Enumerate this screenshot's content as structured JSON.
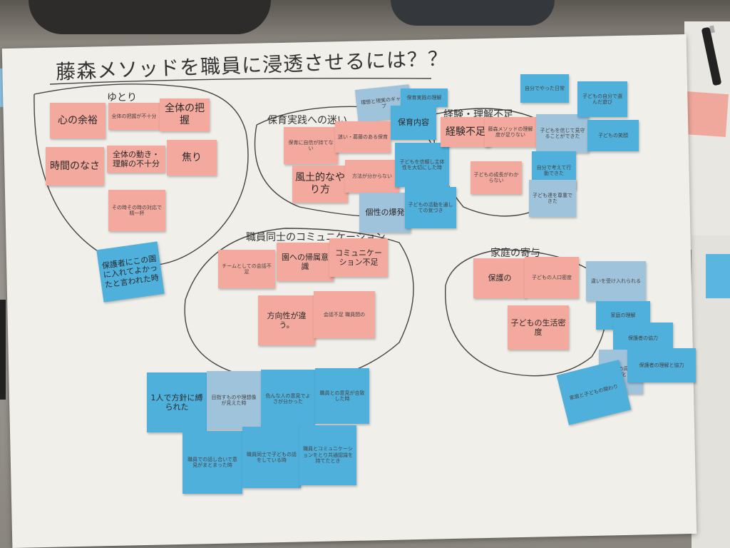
{
  "title": "藤森メソッドを職員に浸透させるには？？",
  "groups": {
    "yutori": "ゆとり",
    "hoiku": "保育実践への迷い",
    "keiken": "経験・理解不足",
    "shokuin": "職員同士のコミュニケーション",
    "katei": "家庭の寄与"
  },
  "notes": [
    {
      "text": "心の余裕",
      "color": "pink",
      "size": "big"
    },
    {
      "text": "全体の把握が不十分",
      "color": "pink",
      "size": "sm"
    },
    {
      "text": "全体の把握",
      "color": "pink",
      "size": "big"
    },
    {
      "text": "時間のなさ",
      "color": "pink",
      "size": "big"
    },
    {
      "text": "全体の動き・理解の不十分",
      "color": "pink",
      "size": "mid"
    },
    {
      "text": "焦り",
      "color": "pink",
      "size": "big"
    },
    {
      "text": "その時その時の対応で精一杯",
      "color": "pink",
      "size": "sm"
    },
    {
      "text": "保護者にこの園に入れてよかったと言われた時",
      "color": "blue",
      "size": "mid"
    },
    {
      "text": "理想と現実のギャップ",
      "color": "lblue",
      "size": "sm"
    },
    {
      "text": "保育実践の理解",
      "color": "blue",
      "size": "sm"
    },
    {
      "text": "保育に自信が持てない",
      "color": "pink",
      "size": "sm"
    },
    {
      "text": "迷い・葛藤のある保育",
      "color": "pink",
      "size": "sm"
    },
    {
      "text": "保育内容",
      "color": "blue",
      "size": "mid"
    },
    {
      "text": "風土的なやり方",
      "color": "pink",
      "size": "big"
    },
    {
      "text": "方法が分からない",
      "color": "pink",
      "size": "sm"
    },
    {
      "text": "子どもを信頼し主体性を大切にした時",
      "color": "blue",
      "size": "sm"
    },
    {
      "text": "個性の爆発",
      "color": "lblue",
      "size": "mid"
    },
    {
      "text": "子どもの活動を通しての気づき",
      "color": "blue",
      "size": "sm"
    },
    {
      "text": "経験不足",
      "color": "pink",
      "size": "big"
    },
    {
      "text": "藤森メソッドの理解度が足りない",
      "color": "pink",
      "size": "sm"
    },
    {
      "text": "子どもの成長がわからない",
      "color": "pink",
      "size": "sm"
    },
    {
      "text": "子どもを信じて見守ることができた",
      "color": "lblue",
      "size": "sm"
    },
    {
      "text": "自分で考えて行動できた",
      "color": "blue",
      "size": "sm"
    },
    {
      "text": "子ども達を尊重できた",
      "color": "blue",
      "size": "sm"
    },
    {
      "text": "自分でやった日常",
      "color": "blue",
      "size": "sm"
    },
    {
      "text": "子どもの自分で選んだ遊び",
      "color": "blue",
      "size": "sm"
    },
    {
      "text": "子どもの笑顔",
      "color": "blue",
      "size": "sm"
    },
    {
      "text": "チームとしての会話不足",
      "color": "pink",
      "size": "sm"
    },
    {
      "text": "園への帰属意識",
      "color": "pink",
      "size": "mid"
    },
    {
      "text": "コミュニケーション不足",
      "color": "pink",
      "size": "mid"
    },
    {
      "text": "方向性が違う。",
      "color": "pink",
      "size": "mid"
    },
    {
      "text": "会話不足 職員間の",
      "color": "pink",
      "size": "sm"
    },
    {
      "text": "1人で方針に縛られた",
      "color": "blue",
      "size": "mid"
    },
    {
      "text": "目指すものや理想像が見えた時",
      "color": "lblue",
      "size": "sm"
    },
    {
      "text": "色んな人の意見でよさが分かった",
      "color": "blue",
      "size": "sm"
    },
    {
      "text": "職員との意見が合致した時",
      "color": "blue",
      "size": "sm"
    },
    {
      "text": "職員での話し合いで意見がまとまった時",
      "color": "blue",
      "size": "sm"
    },
    {
      "text": "職員同士で子どもの話をしている時",
      "color": "blue",
      "size": "sm"
    },
    {
      "text": "職員とコミュニケーションをとり共通認識を持てたとき",
      "color": "blue",
      "size": "sm"
    },
    {
      "text": "保護の",
      "color": "pink",
      "size": "mid"
    },
    {
      "text": "子どもの人口密度",
      "color": "pink",
      "size": "sm"
    },
    {
      "text": "子どもの生活密度",
      "color": "pink",
      "size": "mid"
    },
    {
      "text": "違いを受け入れられる",
      "color": "lblue",
      "size": "sm"
    },
    {
      "text": "家庭の理解",
      "color": "blue",
      "size": "sm"
    },
    {
      "text": "保護者の協力",
      "color": "blue",
      "size": "sm"
    },
    {
      "text": "子どもの周りの変化",
      "color": "lblue",
      "size": "sm"
    },
    {
      "text": "保護者の理解と協力",
      "color": "blue",
      "size": "sm"
    },
    {
      "text": "家庭と子どもの関わり",
      "color": "blue",
      "size": "sm"
    }
  ]
}
